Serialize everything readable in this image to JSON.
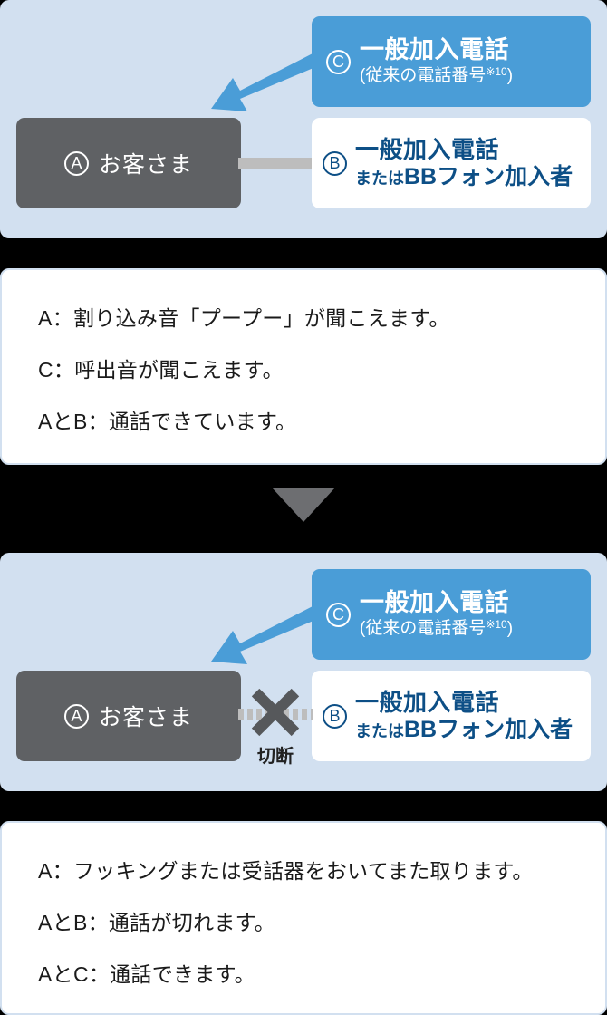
{
  "diagram_1": {
    "customer_box": {
      "letter": "A",
      "label": "お客さま"
    },
    "c_box": {
      "letter": "C",
      "line1": "一般加入電話",
      "line2_prefix": "(従来の電話番号",
      "line2_note": "※10",
      "line2_suffix": ")"
    },
    "b_box": {
      "letter": "B",
      "line1": "一般加入電話",
      "line2_small": "または",
      "line2_main": "BBフォン加入者"
    },
    "arrow_name": "incoming-call-arrow",
    "connector_name": "a-b-active-connection"
  },
  "note_1": {
    "lines": [
      "A：割り込み音「プープー」が聞こえます。",
      "C：呼出音が聞こえます。",
      "AとB：通話できています。"
    ]
  },
  "flow_arrow": {
    "direction": "down"
  },
  "diagram_2": {
    "customer_box": {
      "letter": "A",
      "label": "お客さま"
    },
    "c_box": {
      "letter": "C",
      "line1": "一般加入電話",
      "line2_prefix": "(従来の電話番号",
      "line2_note": "※10",
      "line2_suffix": ")"
    },
    "b_box": {
      "letter": "B",
      "line1": "一般加入電話",
      "line2_small": "または",
      "line2_main": "BBフォン加入者"
    },
    "cut_label": "切断"
  },
  "note_2": {
    "lines": [
      "A：フッキングまたは受話器をおいてまた取ります。",
      "AとB：通話が切れます。",
      "AとC：通話できます。"
    ]
  },
  "colors": {
    "panel_background": "#d2e0f0",
    "customer_box": "#5f6164",
    "c_box": "#4a9dd7",
    "b_box_text": "#0d4f86",
    "connector": "#bdbdbd",
    "cut_mark": "#56585b",
    "flow_arrow": "#6d6e71",
    "page_background": "#000000"
  }
}
